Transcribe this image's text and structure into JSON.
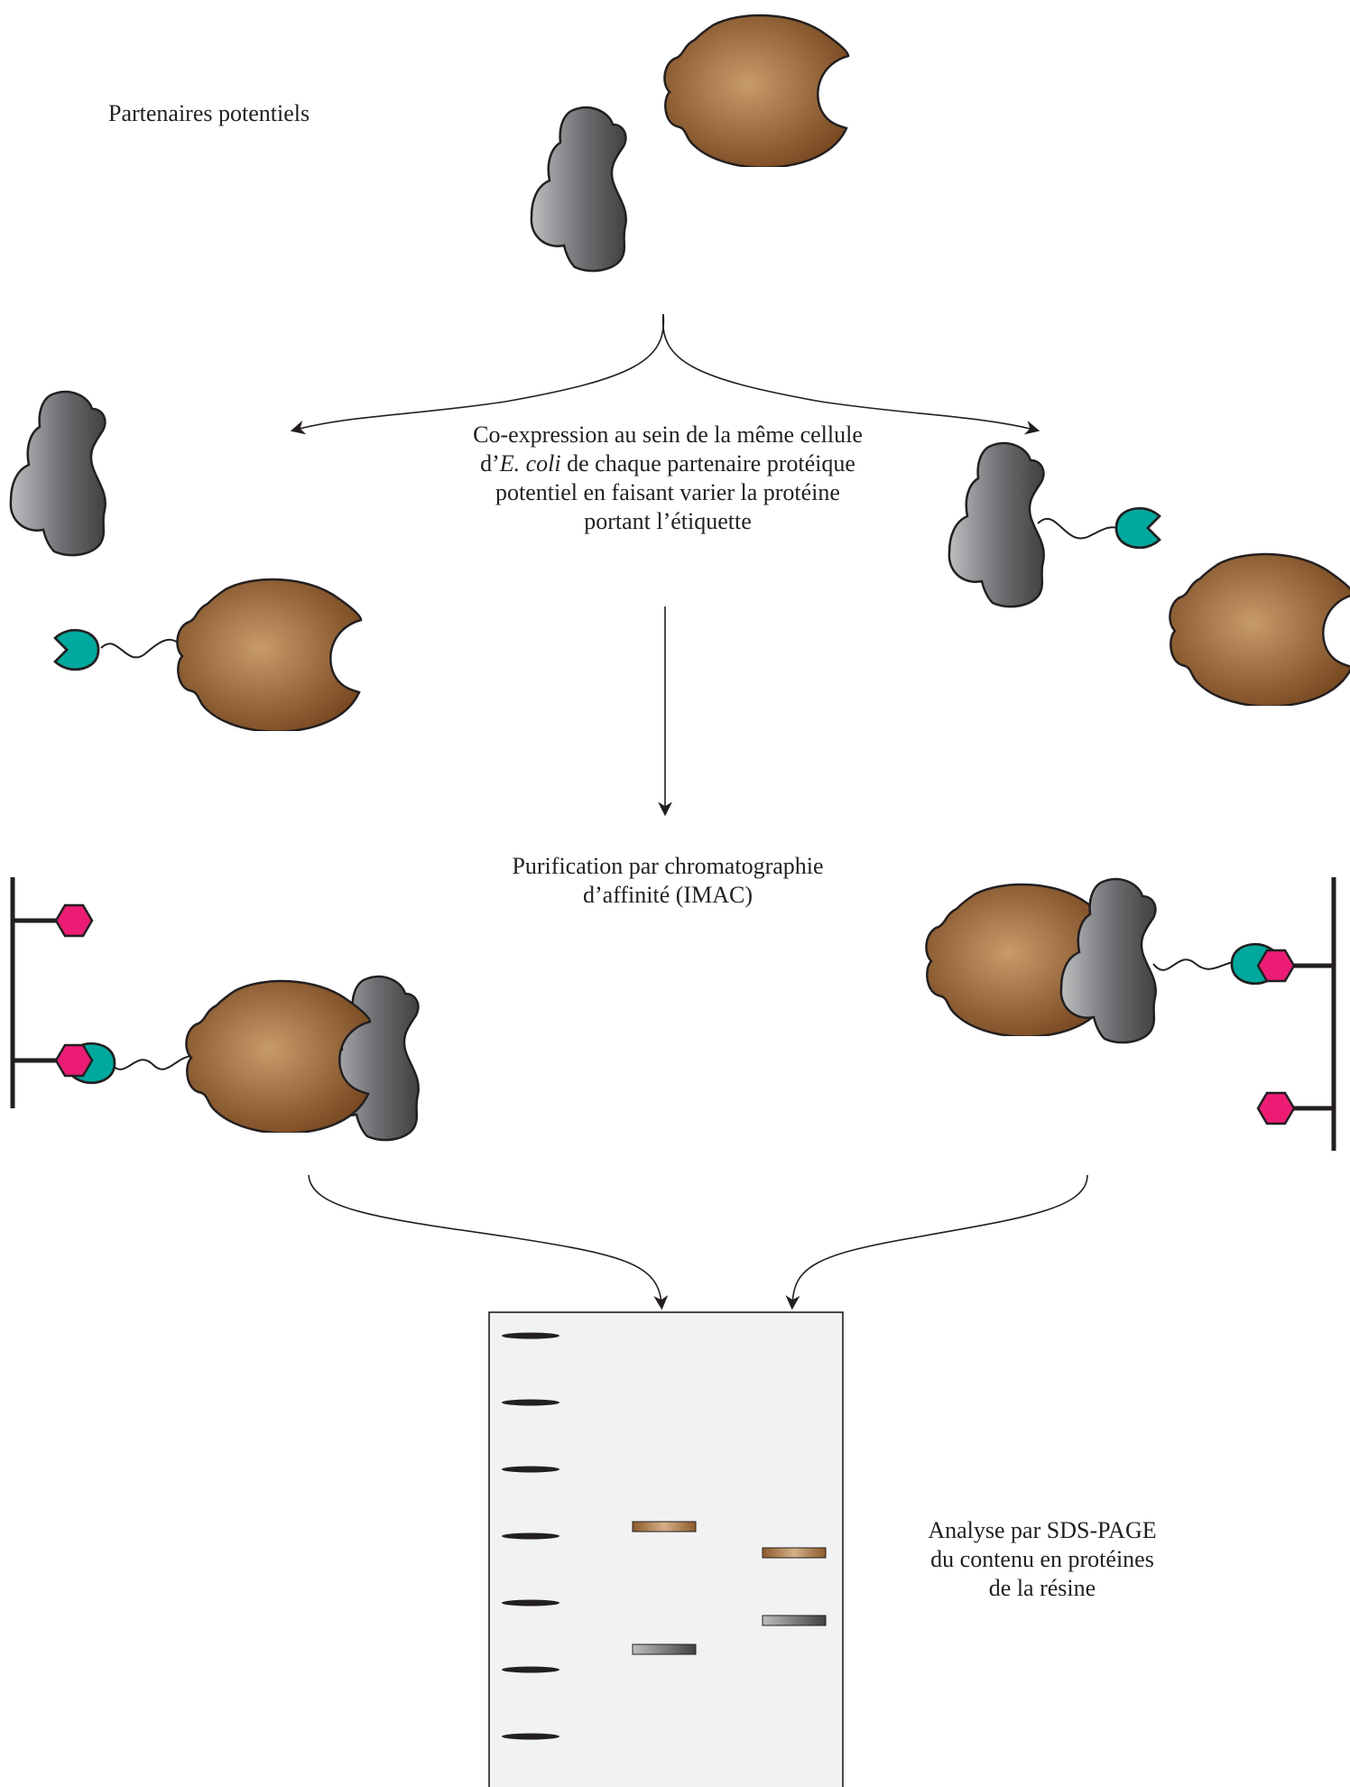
{
  "labels": {
    "partners": "Partenaires potentiels",
    "coexpression_pre": "Co-expression au sein de la même cellule",
    "coexpression_l2_a": "d’",
    "coexpression_l2_em": "E. coli",
    "coexpression_l2_b": " de chaque partenaire protéique",
    "coexpression_l3": "potentiel en faisant varier la protéine",
    "coexpression_l4": "portant l’étiquette",
    "purification_l1": "Purification par chromatographie",
    "purification_l2": "d’affinité (IMAC)",
    "sds_l1": "Analyse par SDS-PAGE",
    "sds_l2": "du contenu en protéines",
    "sds_l3": "de la résine"
  },
  "colors": {
    "brown_protein": "#8b5a2b",
    "grey_protein": "#6d6e71",
    "tag_teal": "#00a99d",
    "ligand_pink": "#ec1c75",
    "gel_bg": "#f1f2f2",
    "ink": "#231f20"
  },
  "gel": {
    "ladder_band_count": 7,
    "lanes": [
      {
        "name": "lane-1",
        "bands": [
          "brown",
          "grey"
        ]
      },
      {
        "name": "lane-2",
        "bands": [
          "brown",
          "grey"
        ]
      }
    ]
  }
}
